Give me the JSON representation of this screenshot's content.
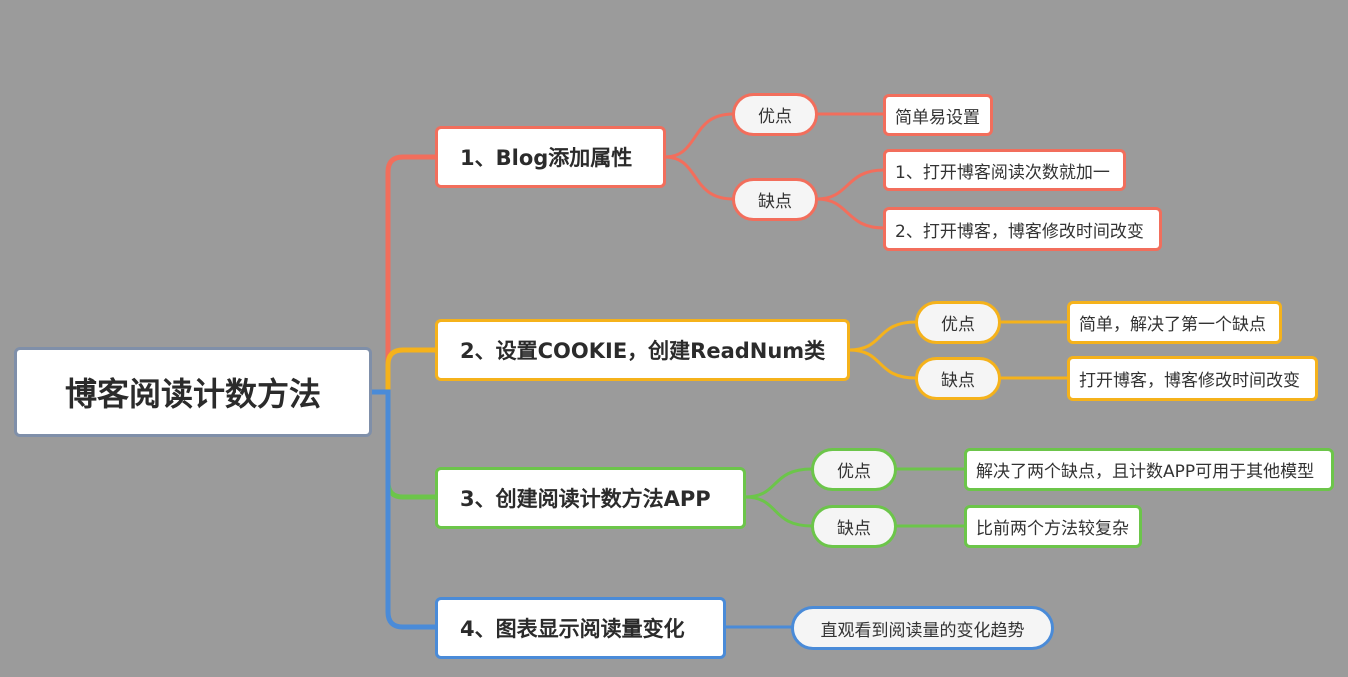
{
  "colors": {
    "background": "#9b9b9b",
    "root_border": "#7f8fa9",
    "branch_1": "#f26e5c",
    "branch_2": "#f5b21b",
    "branch_3": "#6cc54a",
    "branch_4": "#4a8bd8"
  },
  "root": {
    "label": "博客阅读计数方法"
  },
  "branches": [
    {
      "label": "1、Blog添加属性",
      "pros_label": "优点",
      "pros": [
        "简单易设置"
      ],
      "cons_label": "缺点",
      "cons": [
        "1、打开博客阅读次数就加一",
        "2、打开博客，博客修改时间改变"
      ]
    },
    {
      "label": "2、设置COOKIE，创建ReadNum类",
      "pros_label": "优点",
      "pros": [
        "简单，解决了第一个缺点"
      ],
      "cons_label": "缺点",
      "cons": [
        "打开博客，博客修改时间改变"
      ]
    },
    {
      "label": "3、创建阅读计数方法APP",
      "pros_label": "优点",
      "pros": [
        "解决了两个缺点，且计数APP可用于其他模型"
      ],
      "cons_label": "缺点",
      "cons": [
        "比前两个方法较复杂"
      ]
    },
    {
      "label": "4、图表显示阅读量变化",
      "note": "直观看到阅读量的变化趋势"
    }
  ]
}
